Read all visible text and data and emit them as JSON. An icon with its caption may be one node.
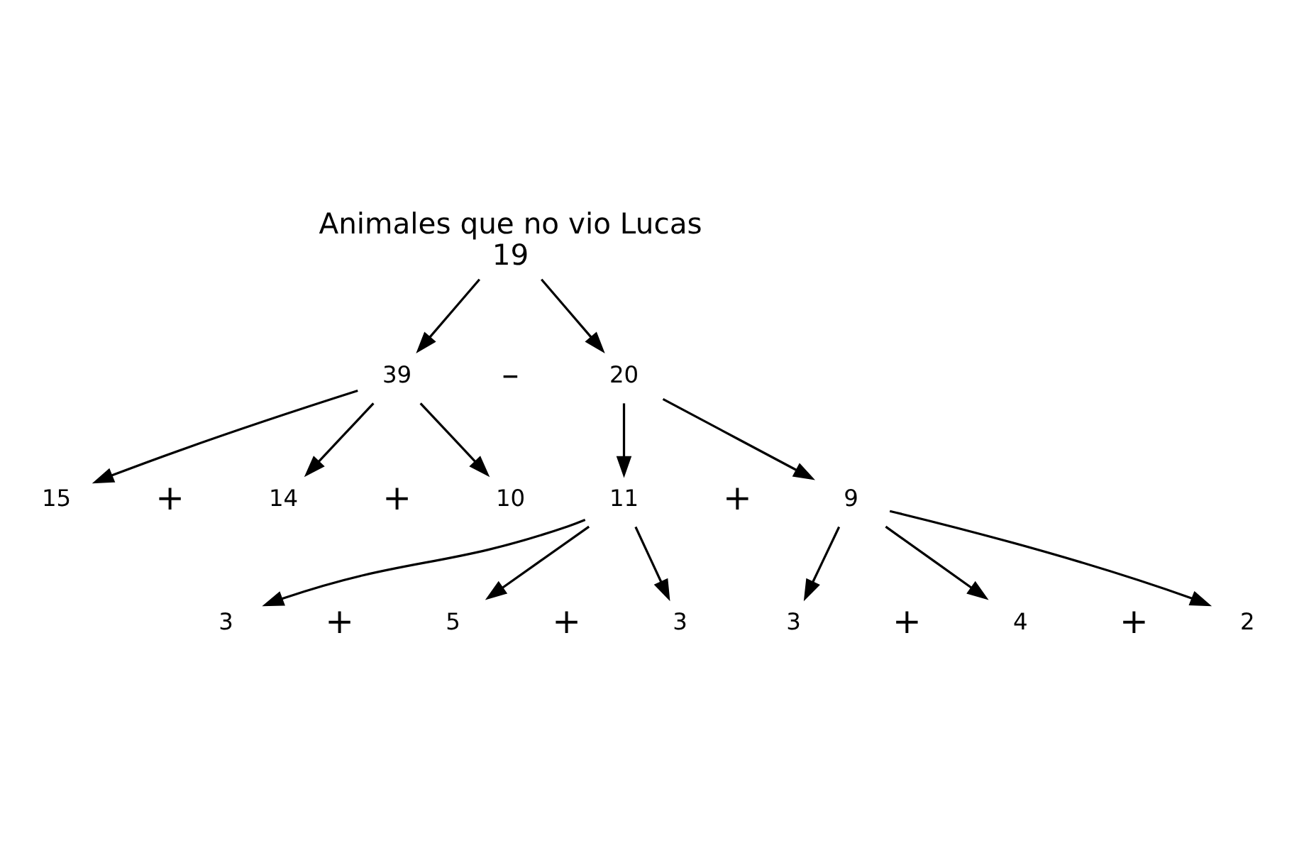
{
  "diagram": {
    "nodes": [
      {
        "text": [
          "Animales que no vio Lucas",
          "19"
        ]
      },
      {
        "text": [
          "39"
        ]
      },
      {
        "text": [
          "20"
        ]
      },
      {
        "text": [
          "15"
        ]
      },
      {
        "text": [
          "14"
        ]
      },
      {
        "text": [
          "10"
        ]
      },
      {
        "text": [
          "11"
        ]
      },
      {
        "text": [
          "9"
        ]
      },
      {
        "text": [
          "3"
        ]
      },
      {
        "text": [
          "5"
        ]
      },
      {
        "text": [
          "3"
        ]
      },
      {
        "text": [
          "3"
        ]
      },
      {
        "text": [
          "4"
        ]
      },
      {
        "text": [
          "2"
        ]
      }
    ],
    "edges": [
      {
        "from": 0,
        "to": 1,
        "arrow": "to"
      },
      {
        "from": 0,
        "to": 2,
        "arrow": "to"
      },
      {
        "from": 1,
        "to": 3,
        "arrow": "to"
      },
      {
        "from": 1,
        "to": 4,
        "arrow": "to"
      },
      {
        "from": 1,
        "to": 5,
        "arrow": "to"
      },
      {
        "from": 2,
        "to": 6,
        "arrow": "to"
      },
      {
        "from": 2,
        "to": 7,
        "arrow": "to"
      },
      {
        "from": 6,
        "to": 8,
        "arrow": "to"
      },
      {
        "from": 6,
        "to": 9,
        "arrow": "to"
      },
      {
        "from": 6,
        "to": 10,
        "arrow": "to"
      },
      {
        "from": 7,
        "to": 11,
        "arrow": "to"
      },
      {
        "from": 7,
        "to": 12,
        "arrow": "to"
      },
      {
        "from": 7,
        "to": 13,
        "arrow": "to"
      }
    ],
    "labels": [
      "–",
      "+",
      "+",
      "+",
      "+",
      "+",
      "+",
      "+"
    ]
  }
}
